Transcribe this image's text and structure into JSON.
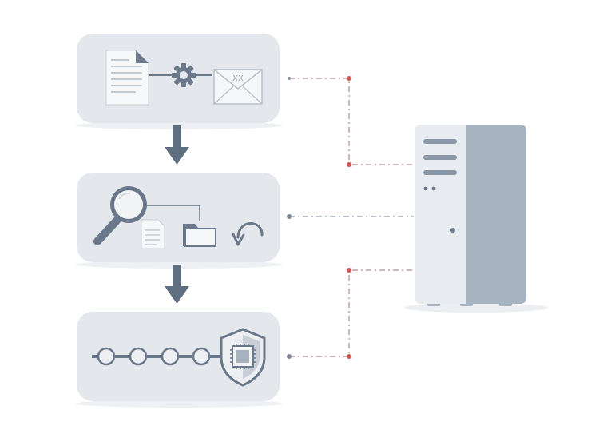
{
  "diagram": {
    "envelope_mark": "XX",
    "panels": [
      {
        "id": "compose",
        "icons": [
          "document-icon",
          "gear-icon",
          "envelope-icon"
        ]
      },
      {
        "id": "search",
        "icons": [
          "magnifier-icon",
          "small-document-icon",
          "folder-icon",
          "undo-arrow-icon"
        ]
      },
      {
        "id": "secure",
        "icons": [
          "node-chain",
          "shield-chip-icon"
        ]
      }
    ],
    "server": {
      "icon": "server-tower-icon"
    }
  },
  "colors": {
    "panel_fill": "#e4e7eb",
    "arrow": "#5f6f80",
    "icon_stroke": "#69788a",
    "connector_dot_red": "#d9534f",
    "connector_dot_gray": "#8a95a3",
    "server_front": "#e8ebef",
    "server_side": "#a8b3c2"
  }
}
